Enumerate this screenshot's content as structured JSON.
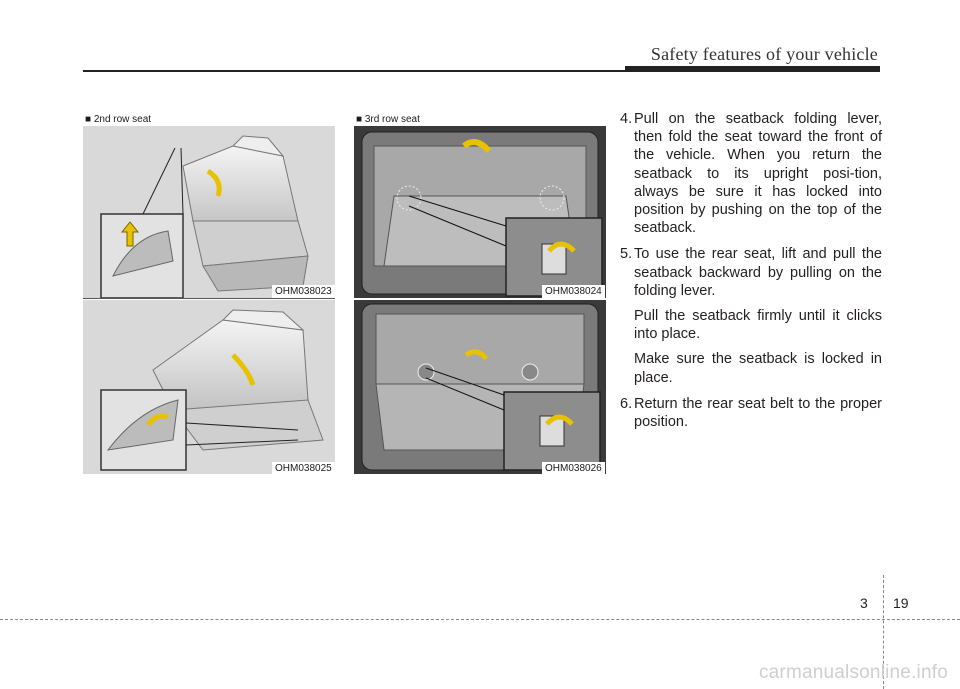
{
  "header": {
    "title": "Safety features of your vehicle"
  },
  "figures": {
    "left_label": "■ 2nd row seat",
    "right_label": "■ 3rd row seat",
    "codes": [
      "OHM038023",
      "OHM038025",
      "OHM038024",
      "OHM038026"
    ]
  },
  "steps": [
    {
      "num": "4.",
      "text": "Pull on the seatback folding lever, then fold the seat toward the front of the vehicle. When you return the seatback to its upright posi-tion, always be sure it has locked into position by pushing on the top of the seatback.",
      "extra": []
    },
    {
      "num": "5.",
      "text": "To use the rear seat, lift and pull the seatback backward by pulling on the folding lever.",
      "extra": [
        "Pull the seatback firmly until it clicks into place.",
        "Make sure the seatback is locked in place."
      ]
    },
    {
      "num": "6.",
      "text": "Return the rear seat belt to the proper position.",
      "extra": []
    }
  ],
  "footer": {
    "chapter": "3",
    "page": "19",
    "watermark": "carmanualsonline.info"
  }
}
